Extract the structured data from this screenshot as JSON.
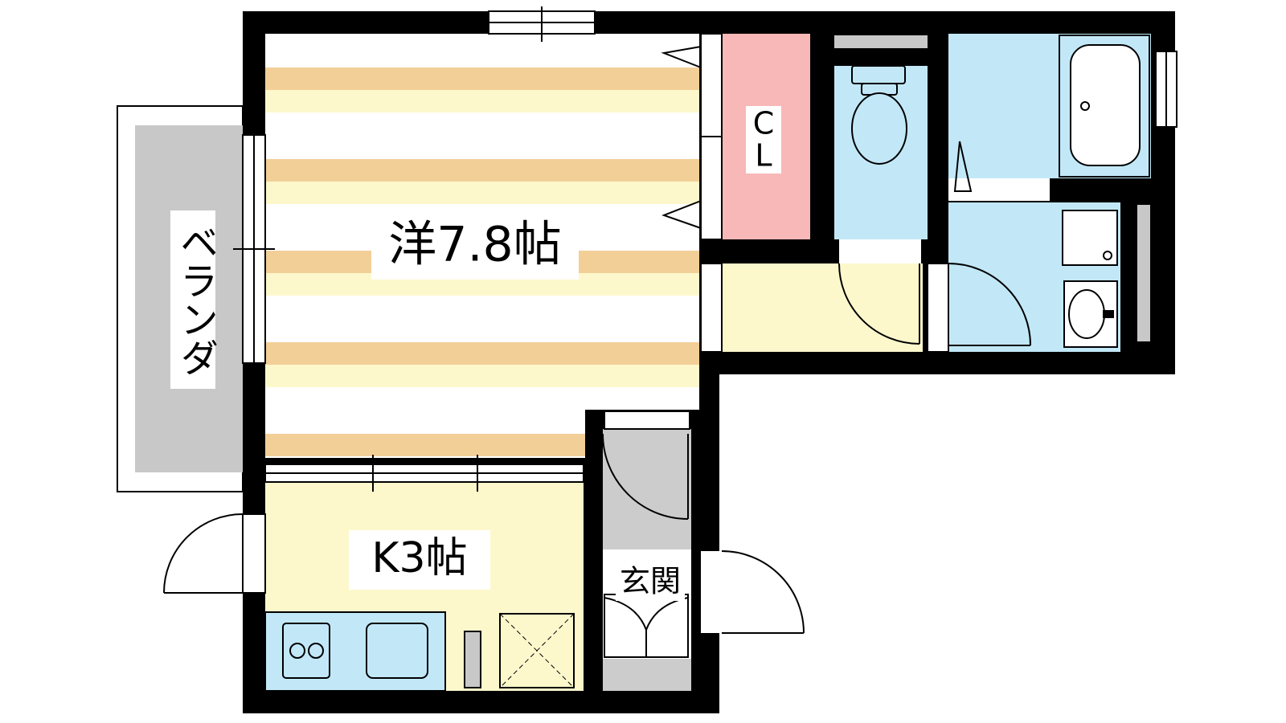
{
  "colors": {
    "wall": "#000000",
    "floor_wood_dark": "#f3cf98",
    "floor_wood_light": "#fdf8cc",
    "kitchen_floor": "#fdf8cc",
    "closet": "#f8b8b8",
    "wet_area": "#c2e8f8",
    "balcony": "#c8c8c8",
    "entry_tile": "#cccccc"
  },
  "rooms": {
    "western": {
      "label": "洋7.8帖"
    },
    "kitchen": {
      "label": "K3帖"
    },
    "closet": {
      "label_line1": "C",
      "label_line2": "L"
    },
    "entrance": {
      "label": "玄関"
    },
    "balcony": {
      "label": "ベランダ"
    }
  },
  "icons": [
    "toilet-icon",
    "bathtub-icon",
    "washbasin-icon",
    "washing-machine-pan-icon",
    "gas-stove-icon",
    "kitchen-sink-icon",
    "refrigerator-space-icon",
    "shoe-cabinet-icon"
  ]
}
